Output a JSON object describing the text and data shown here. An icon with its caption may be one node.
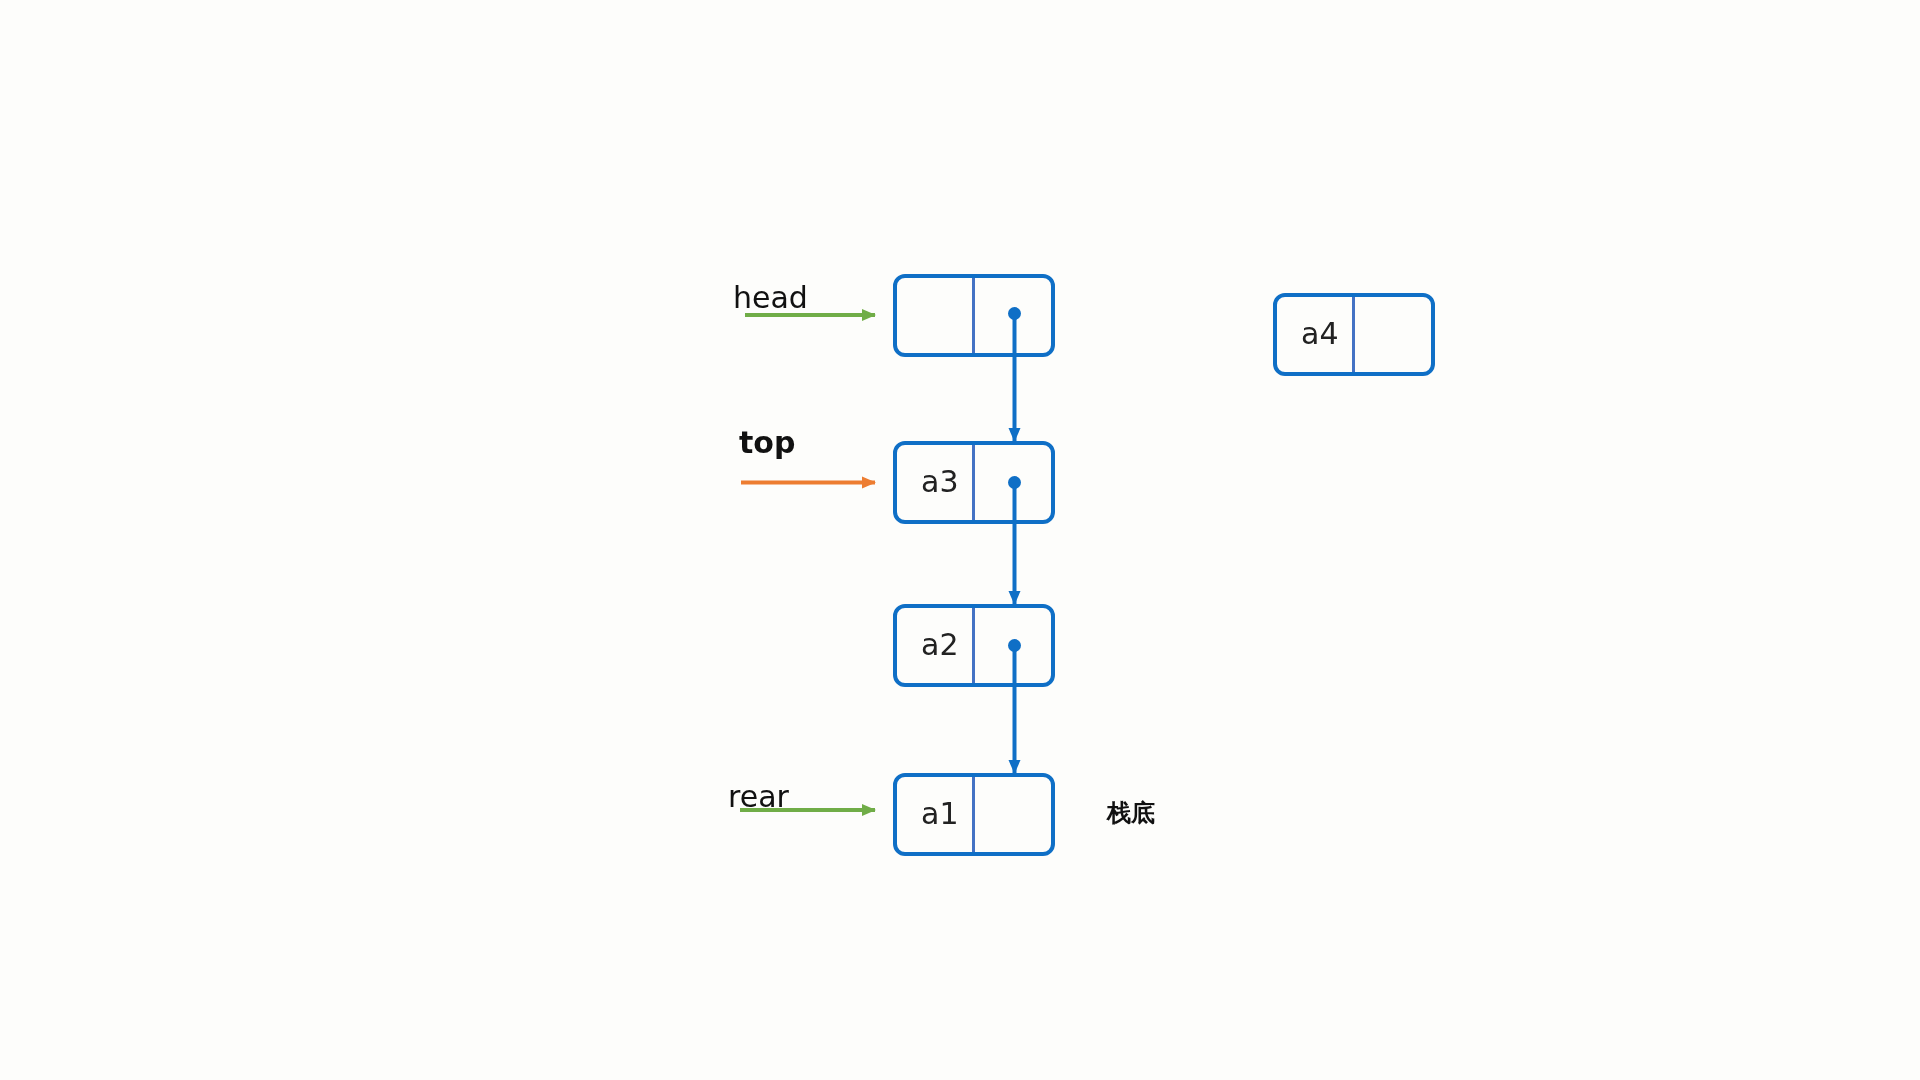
{
  "diagram": {
    "nodes": [
      {
        "text": [
          "head"
        ]
      },
      {
        "text": [],
        "shape": "box"
      },
      {
        "text": [
          "a4"
        ]
      },
      {
        "text": [
          "top"
        ]
      },
      {
        "text": [
          "a3"
        ]
      },
      {
        "text": [
          "a2"
        ]
      },
      {
        "text": [
          "rear"
        ]
      },
      {
        "text": [
          "a1"
        ],
        "beside": [
          "栈底"
        ]
      }
    ],
    "edges": [
      {
        "from": 0,
        "to": 1,
        "arrow": "to",
        "color": "#70ad47"
      },
      {
        "from": 1,
        "to": 4,
        "arrow": "to"
      },
      {
        "from": 3,
        "to": 4,
        "arrow": "to",
        "color": "#ed7d31"
      },
      {
        "from": 4,
        "to": 5,
        "arrow": "to"
      },
      {
        "from": 5,
        "to": 7,
        "arrow": "to"
      },
      {
        "from": 6,
        "to": 7,
        "arrow": "to",
        "color": "#70ad47"
      }
    ]
  }
}
